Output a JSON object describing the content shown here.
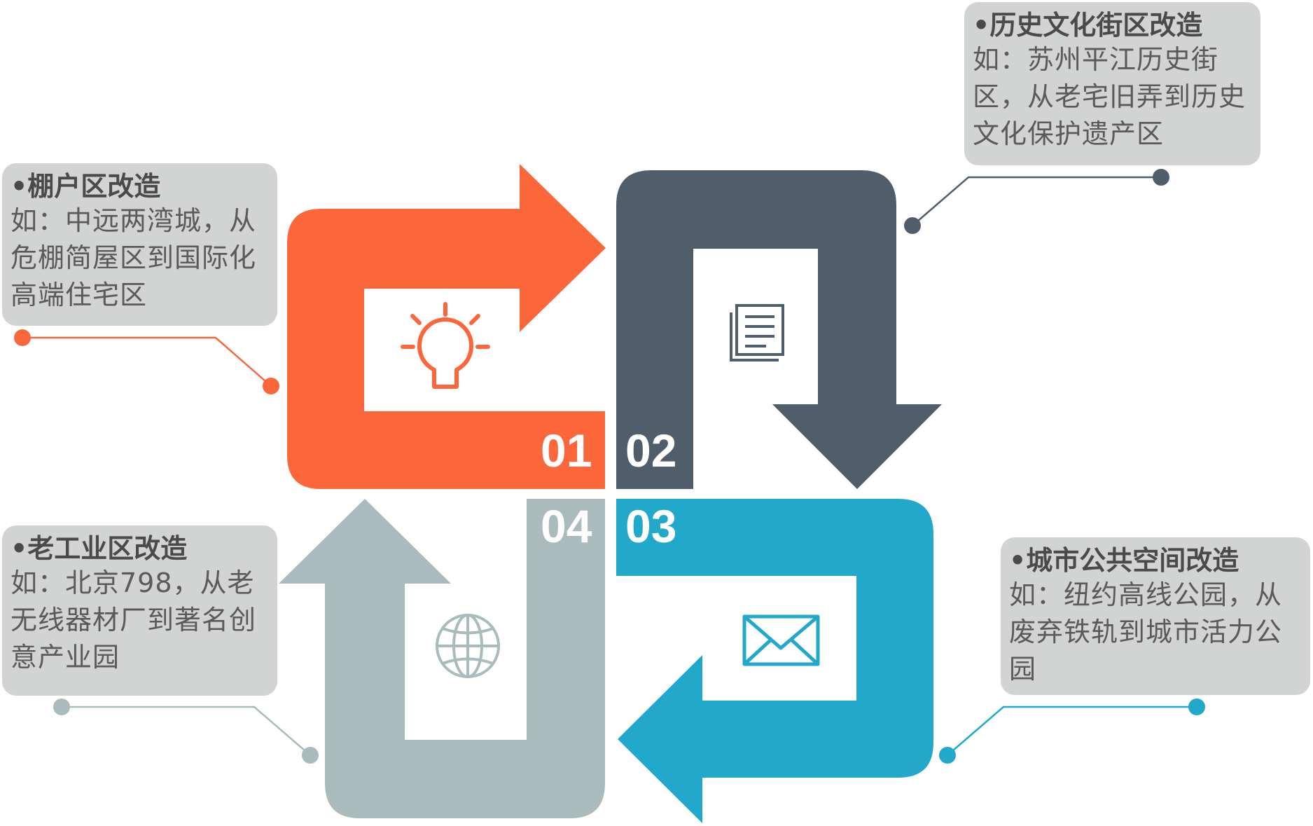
{
  "steps": [
    {
      "number": "01",
      "title": "•棚户区改造",
      "desc": "如：中远两湾城，从危棚简屋区到国际化高端住宅区",
      "color": "#fb673b",
      "icon": "lightbulb-icon"
    },
    {
      "number": "02",
      "title": "•历史文化街区改造",
      "desc": "如：苏州平江历史街区，从老宅旧弄到历史文化保护遗产区",
      "color": "#4f5e6a",
      "icon": "document-icon"
    },
    {
      "number": "03",
      "title": "•城市公共空间改造",
      "desc": "如：纽约高线公园，从废弃铁轨到城市活力公园",
      "color": "#22a8cb",
      "icon": "envelope-icon"
    },
    {
      "number": "04",
      "title": "•老工业区改造",
      "desc": "如：北京798，从老无线器材厂到著名创意产业园",
      "color": "#a9bbbc",
      "icon": "globe-icon"
    }
  ]
}
